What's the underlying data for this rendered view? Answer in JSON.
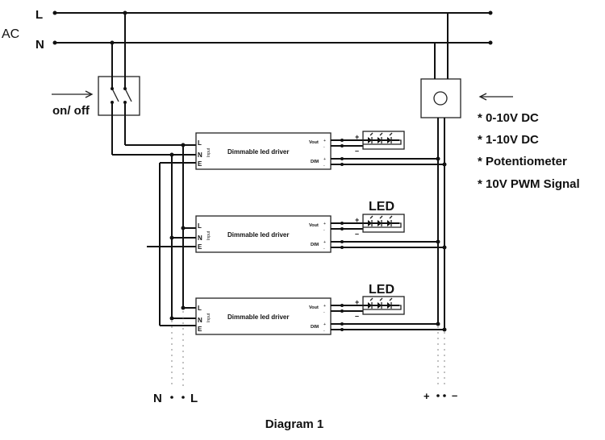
{
  "ac": {
    "label": "AC",
    "line_l": "L",
    "line_n": "N"
  },
  "switch": {
    "label": "on/ off"
  },
  "driver": {
    "title": "Dimmable led driver",
    "input_label": "Input",
    "pin_l": "L",
    "pin_n": "N",
    "pin_e": "E",
    "vout": "Vout",
    "dim": "DIM",
    "plus": "+",
    "minus": "-"
  },
  "drivers_count": 3,
  "led": {
    "label": "LED",
    "plus": "+",
    "minus": "–"
  },
  "dimmer": {
    "options": [
      "* 0-10V DC",
      "* 1-10V DC",
      "* Potentiometer",
      "* 10V PWM Signal"
    ]
  },
  "bottom_left": {
    "n": "N",
    "l": "L"
  },
  "bottom_right": {
    "plus": "+",
    "minus": "–"
  },
  "caption": "Diagram 1"
}
